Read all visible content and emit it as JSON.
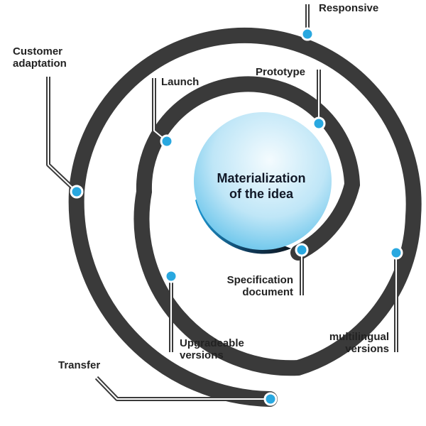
{
  "center": {
    "line1": "Materialization",
    "line2": "of the idea"
  },
  "labels": {
    "responsive": "Responsive",
    "customer_adaptation_1": "Customer",
    "customer_adaptation_2": "adaptation",
    "launch": "Launch",
    "prototype": "Prototype",
    "specification_1": "Specification",
    "specification_2": "document",
    "upgradeable_1": "Upgradeable",
    "upgradeable_2": "versions",
    "multilingual_1": "multilingual",
    "multilingual_2": "versions",
    "transfer": "Transfer"
  },
  "colors": {
    "spiral": "#3a3a3a",
    "dot_fill": "#29a8e0",
    "dot_ring": "#ffffff",
    "leader_outline": "#3a3a3a",
    "center_light": "#eef8fd",
    "center_mid": "#8fd0ee",
    "center_accent": "#1e9ad6",
    "text": "#222222"
  }
}
